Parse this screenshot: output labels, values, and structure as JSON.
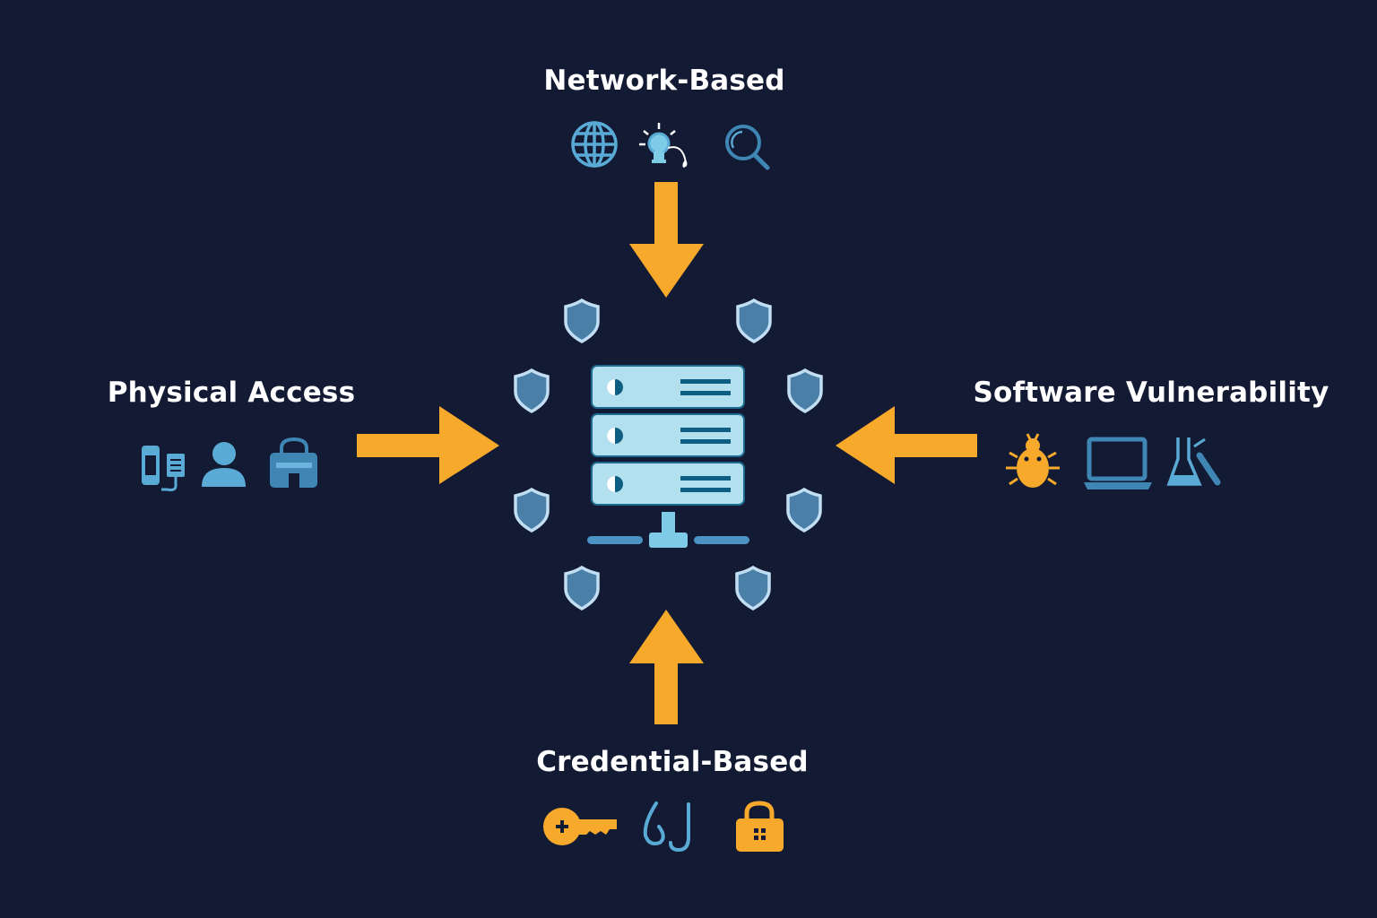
{
  "labels": {
    "top": "Network-Based",
    "left": "Physical Access",
    "right": "Software Vulnerability",
    "bottom": "Credential-Based"
  },
  "icons": {
    "top": [
      "globe-icon",
      "lightbulb-phishing-icon",
      "magnifier-icon"
    ],
    "left": [
      "mobile-device-icon",
      "person-icon",
      "locked-bag-icon"
    ],
    "right": [
      "bug-icon",
      "laptop-icon",
      "lab-flask-icon"
    ],
    "bottom": [
      "key-icon",
      "fishing-hook-icon",
      "padlock-icon"
    ],
    "center": "server-icon",
    "ring": "shield-icon"
  },
  "colors": {
    "background": "#131a33",
    "arrow": "#f6a92b",
    "server": "#b3e0ef",
    "icon_blue": "#5aaad6",
    "shield_fill": "#4a7fa8",
    "shield_stroke": "#c2def2",
    "text": "#ffffff"
  }
}
